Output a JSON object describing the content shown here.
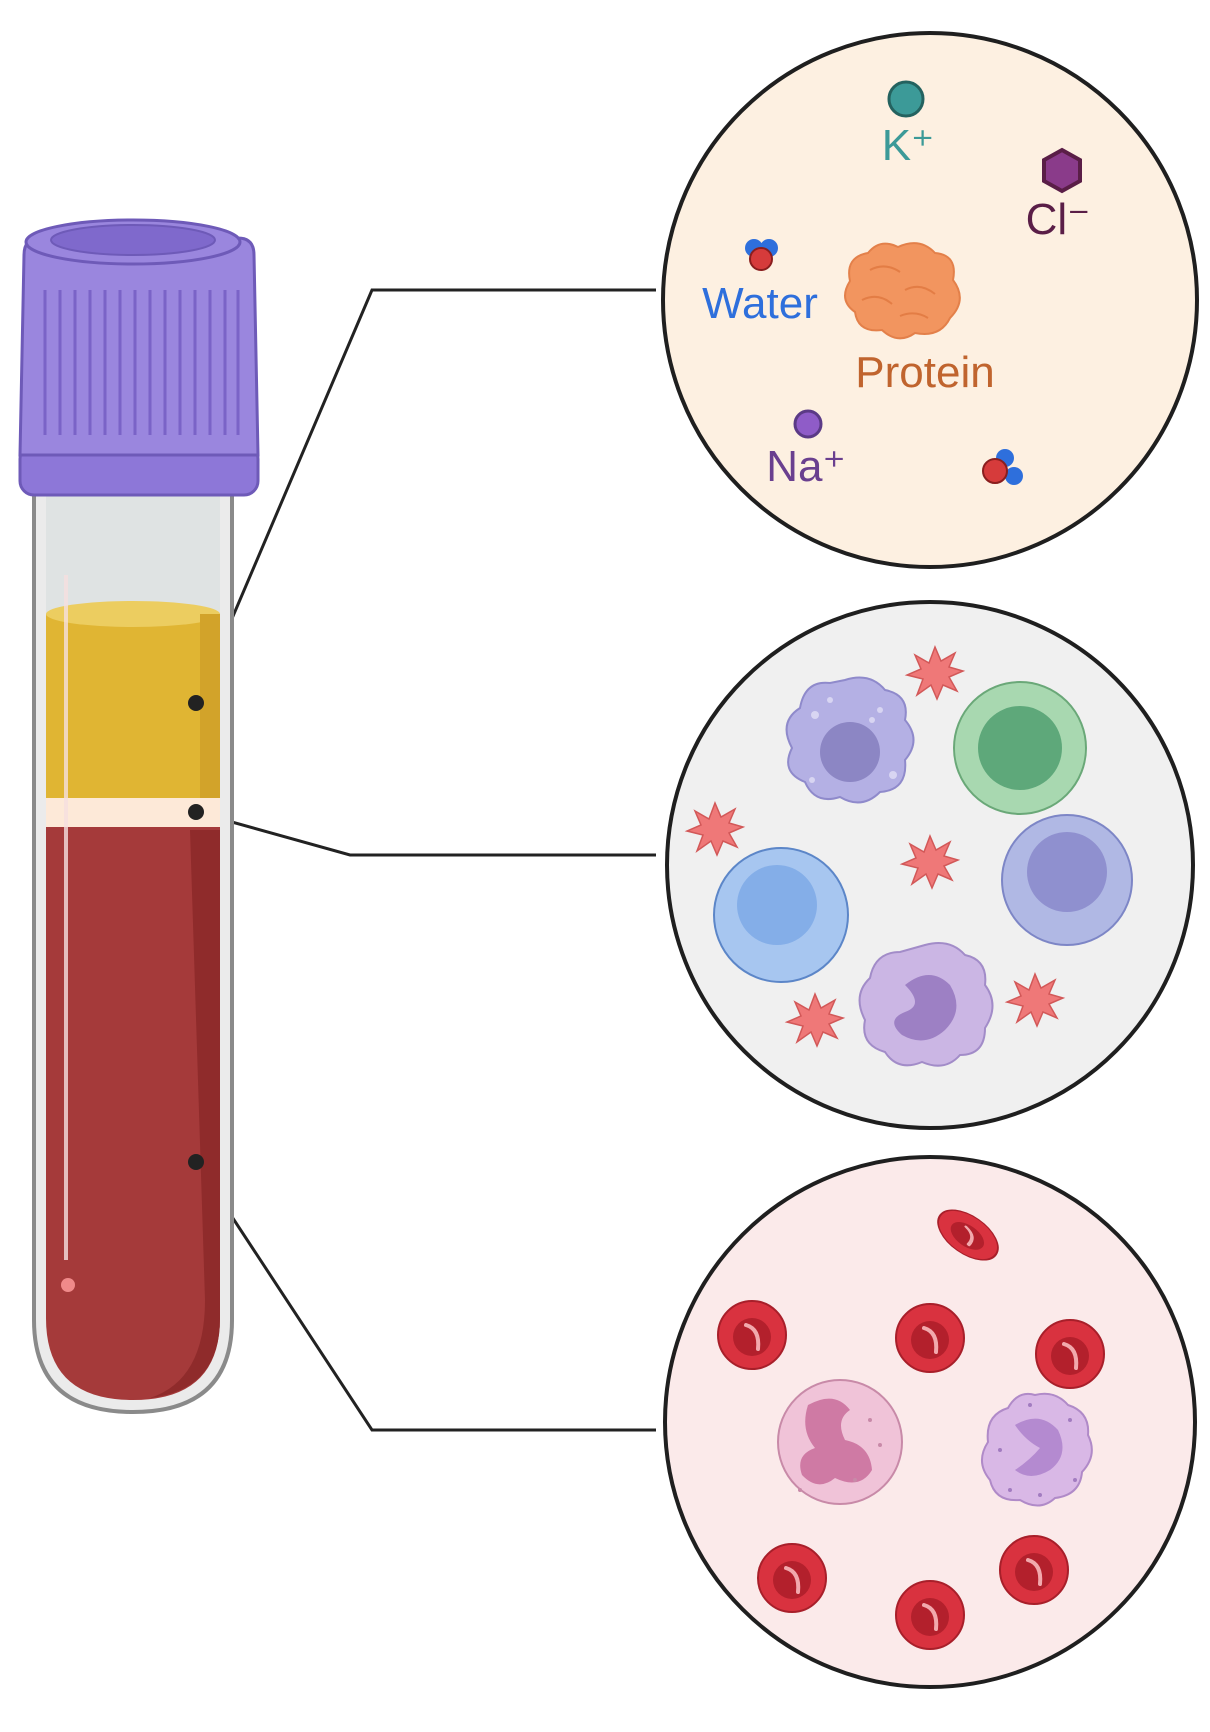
{
  "plasma_panel": {
    "labels": {
      "potassium": "K⁺",
      "chloride": "Cl⁻",
      "water": "Water",
      "protein": "Protein",
      "sodium": "Na⁺"
    },
    "colors": {
      "background": "#fdf0e1",
      "potassium": "#3c9a98",
      "chloride": "#5a1e47",
      "water": "#2e6fdc",
      "protein": "#c0642e",
      "sodium": "#6a3f8f"
    }
  },
  "buffy_coat_panel": {
    "background": "#f0f0f0",
    "contents": [
      "platelet",
      "basophil",
      "monocyte",
      "lymphocyte",
      "neutrophil"
    ]
  },
  "red_cells_panel": {
    "background": "#fbeaea",
    "contents": [
      "red-blood-cell",
      "neutrophil",
      "eosinophil"
    ]
  },
  "tube": {
    "cap_color": "#9a86de",
    "plasma_color": "#e0b533",
    "buffy_color": "#fde9d8",
    "blood_color": "#a53a3a"
  }
}
